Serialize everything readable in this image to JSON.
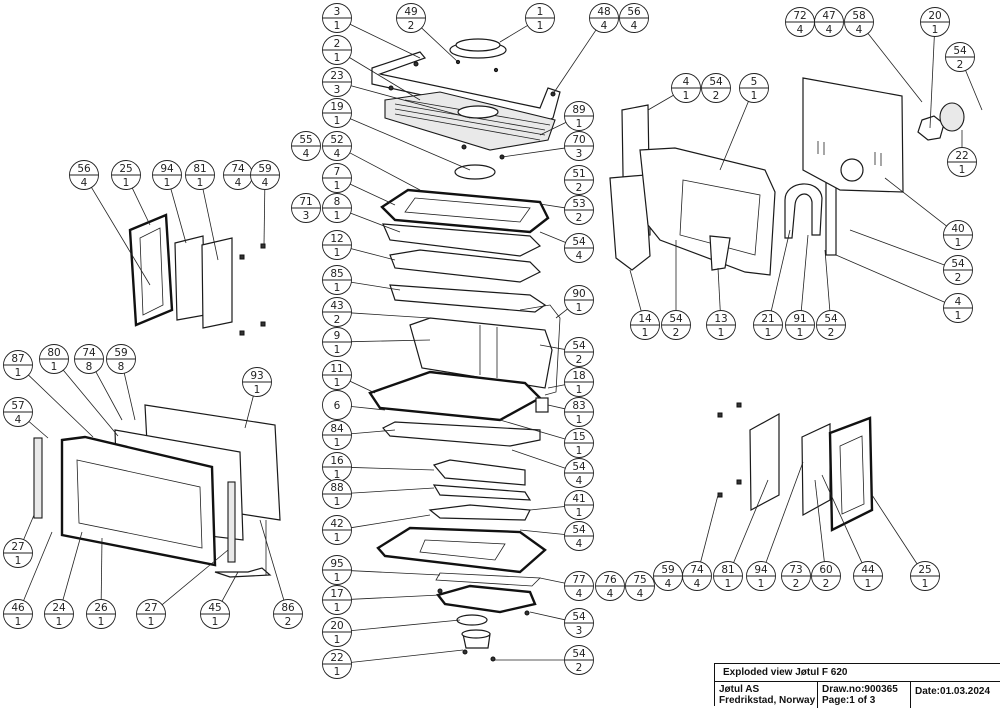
{
  "title_block": {
    "title": "Exploded view Jøtul F 620",
    "company": "Jøtul AS",
    "location": "Fredrikstad, Norway",
    "drawing_no": "Draw.no:900365",
    "page": "Page:1 of 3",
    "date": "Date:01.03.2024"
  },
  "balloons": [
    {
      "id": "b3",
      "item": "3",
      "qty": "1"
    },
    {
      "id": "b49",
      "item": "49",
      "qty": "2"
    },
    {
      "id": "b1",
      "item": "1",
      "qty": "1"
    },
    {
      "id": "b48",
      "item": "48",
      "qty": "4"
    },
    {
      "id": "b56top",
      "item": "56",
      "qty": "4"
    },
    {
      "id": "b2",
      "item": "2",
      "qty": "1"
    },
    {
      "id": "b23",
      "item": "23",
      "qty": "3"
    },
    {
      "id": "b19",
      "item": "19",
      "qty": "1"
    },
    {
      "id": "b89",
      "item": "89",
      "qty": "1"
    },
    {
      "id": "b70",
      "item": "70",
      "qty": "3"
    },
    {
      "id": "b55",
      "item": "55",
      "qty": "4"
    },
    {
      "id": "b52",
      "item": "52",
      "qty": "4"
    },
    {
      "id": "b7",
      "item": "7",
      "qty": "1"
    },
    {
      "id": "b51",
      "item": "51",
      "qty": "2"
    },
    {
      "id": "b71",
      "item": "71",
      "qty": "3"
    },
    {
      "id": "b8",
      "item": "8",
      "qty": "1"
    },
    {
      "id": "b53",
      "item": "53",
      "qty": "2"
    },
    {
      "id": "b54a",
      "item": "54",
      "qty": "4"
    },
    {
      "id": "b12",
      "item": "12",
      "qty": "1"
    },
    {
      "id": "b85",
      "item": "85",
      "qty": "1"
    },
    {
      "id": "b90",
      "item": "90",
      "qty": "1"
    },
    {
      "id": "b43",
      "item": "43",
      "qty": "2"
    },
    {
      "id": "b9",
      "item": "9",
      "qty": "1"
    },
    {
      "id": "b54b",
      "item": "54",
      "qty": "2"
    },
    {
      "id": "b18",
      "item": "18",
      "qty": "1"
    },
    {
      "id": "b11",
      "item": "11",
      "qty": "1"
    },
    {
      "id": "b83",
      "item": "83",
      "qty": "1"
    },
    {
      "id": "b6",
      "item": "6",
      "qty": ""
    },
    {
      "id": "b15",
      "item": "15",
      "qty": "1"
    },
    {
      "id": "b84",
      "item": "84",
      "qty": "1"
    },
    {
      "id": "b54c",
      "item": "54",
      "qty": "4"
    },
    {
      "id": "b16",
      "item": "16",
      "qty": "1"
    },
    {
      "id": "b41",
      "item": "41",
      "qty": "1"
    },
    {
      "id": "b88",
      "item": "88",
      "qty": "1"
    },
    {
      "id": "b42",
      "item": "42",
      "qty": "1"
    },
    {
      "id": "b54d",
      "item": "54",
      "qty": "4"
    },
    {
      "id": "b95",
      "item": "95",
      "qty": "1"
    },
    {
      "id": "b77",
      "item": "77",
      "qty": "4"
    },
    {
      "id": "b76",
      "item": "76",
      "qty": "4"
    },
    {
      "id": "b75",
      "item": "75",
      "qty": "4"
    },
    {
      "id": "b17",
      "item": "17",
      "qty": "1"
    },
    {
      "id": "b54e",
      "item": "54",
      "qty": "3"
    },
    {
      "id": "b20c",
      "item": "20",
      "qty": "1"
    },
    {
      "id": "b22c",
      "item": "22",
      "qty": "1"
    },
    {
      "id": "b54f",
      "item": "54",
      "qty": "2"
    },
    {
      "id": "b4a",
      "item": "4",
      "qty": "1"
    },
    {
      "id": "b54g",
      "item": "54",
      "qty": "2"
    },
    {
      "id": "b5",
      "item": "5",
      "qty": "1"
    },
    {
      "id": "b14",
      "item": "14",
      "qty": "1"
    },
    {
      "id": "b54h",
      "item": "54",
      "qty": "2"
    },
    {
      "id": "b13",
      "item": "13",
      "qty": "1"
    },
    {
      "id": "b21",
      "item": "21",
      "qty": "1"
    },
    {
      "id": "b91",
      "item": "91",
      "qty": "1"
    },
    {
      "id": "b54i",
      "item": "54",
      "qty": "2"
    },
    {
      "id": "b72",
      "item": "72",
      "qty": "4"
    },
    {
      "id": "b47",
      "item": "47",
      "qty": "4"
    },
    {
      "id": "b58",
      "item": "58",
      "qty": "4"
    },
    {
      "id": "b20r",
      "item": "20",
      "qty": "1"
    },
    {
      "id": "b54j",
      "item": "54",
      "qty": "2"
    },
    {
      "id": "b22r",
      "item": "22",
      "qty": "1"
    },
    {
      "id": "b40",
      "item": "40",
      "qty": "1"
    },
    {
      "id": "b54k",
      "item": "54",
      "qty": "2"
    },
    {
      "id": "b4b",
      "item": "4",
      "qty": "1"
    },
    {
      "id": "b56l",
      "item": "56",
      "qty": "4"
    },
    {
      "id": "b25l",
      "item": "25",
      "qty": "1"
    },
    {
      "id": "b94l",
      "item": "94",
      "qty": "1"
    },
    {
      "id": "b81l",
      "item": "81",
      "qty": "1"
    },
    {
      "id": "b74l",
      "item": "74",
      "qty": "4"
    },
    {
      "id": "b59l",
      "item": "59",
      "qty": "4"
    },
    {
      "id": "b87",
      "item": "87",
      "qty": "1"
    },
    {
      "id": "b80",
      "item": "80",
      "qty": "1"
    },
    {
      "id": "b74d",
      "item": "74",
      "qty": "8"
    },
    {
      "id": "b59d",
      "item": "59",
      "qty": "8"
    },
    {
      "id": "b93",
      "item": "93",
      "qty": "1"
    },
    {
      "id": "b57",
      "item": "57",
      "qty": "4"
    },
    {
      "id": "b27a",
      "item": "27",
      "qty": "1"
    },
    {
      "id": "b46",
      "item": "46",
      "qty": "1"
    },
    {
      "id": "b24",
      "item": "24",
      "qty": "1"
    },
    {
      "id": "b26",
      "item": "26",
      "qty": "1"
    },
    {
      "id": "b27b",
      "item": "27",
      "qty": "1"
    },
    {
      "id": "b45",
      "item": "45",
      "qty": "1"
    },
    {
      "id": "b86",
      "item": "86",
      "qty": "2"
    },
    {
      "id": "b59r",
      "item": "59",
      "qty": "4"
    },
    {
      "id": "b74r",
      "item": "74",
      "qty": "4"
    },
    {
      "id": "b81r",
      "item": "81",
      "qty": "1"
    },
    {
      "id": "b94r",
      "item": "94",
      "qty": "1"
    },
    {
      "id": "b73",
      "item": "73",
      "qty": "2"
    },
    {
      "id": "b60",
      "item": "60",
      "qty": "2"
    },
    {
      "id": "b44",
      "item": "44",
      "qty": "1"
    },
    {
      "id": "b25r",
      "item": "25",
      "qty": "1"
    }
  ]
}
